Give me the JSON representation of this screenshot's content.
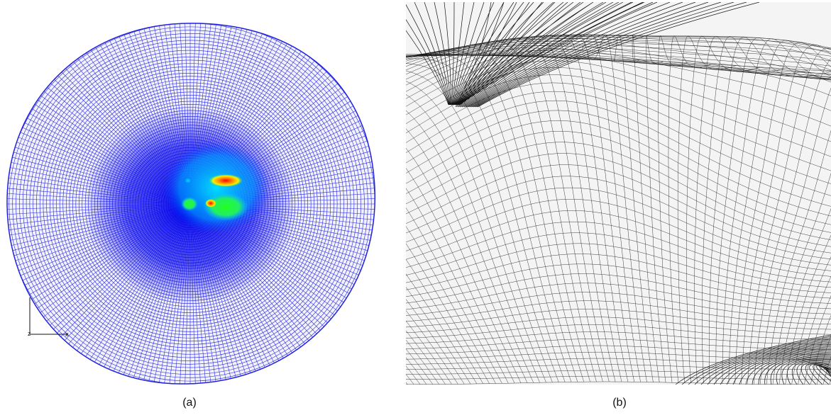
{
  "panels": {
    "a": {
      "caption": "(a)",
      "axis_labels": {
        "vertical": "z",
        "horizontal": "x"
      }
    },
    "b": {
      "caption": "(b)"
    }
  },
  "colors": {
    "mesh_a": "#2222dd",
    "mesh_b": "#111111"
  }
}
